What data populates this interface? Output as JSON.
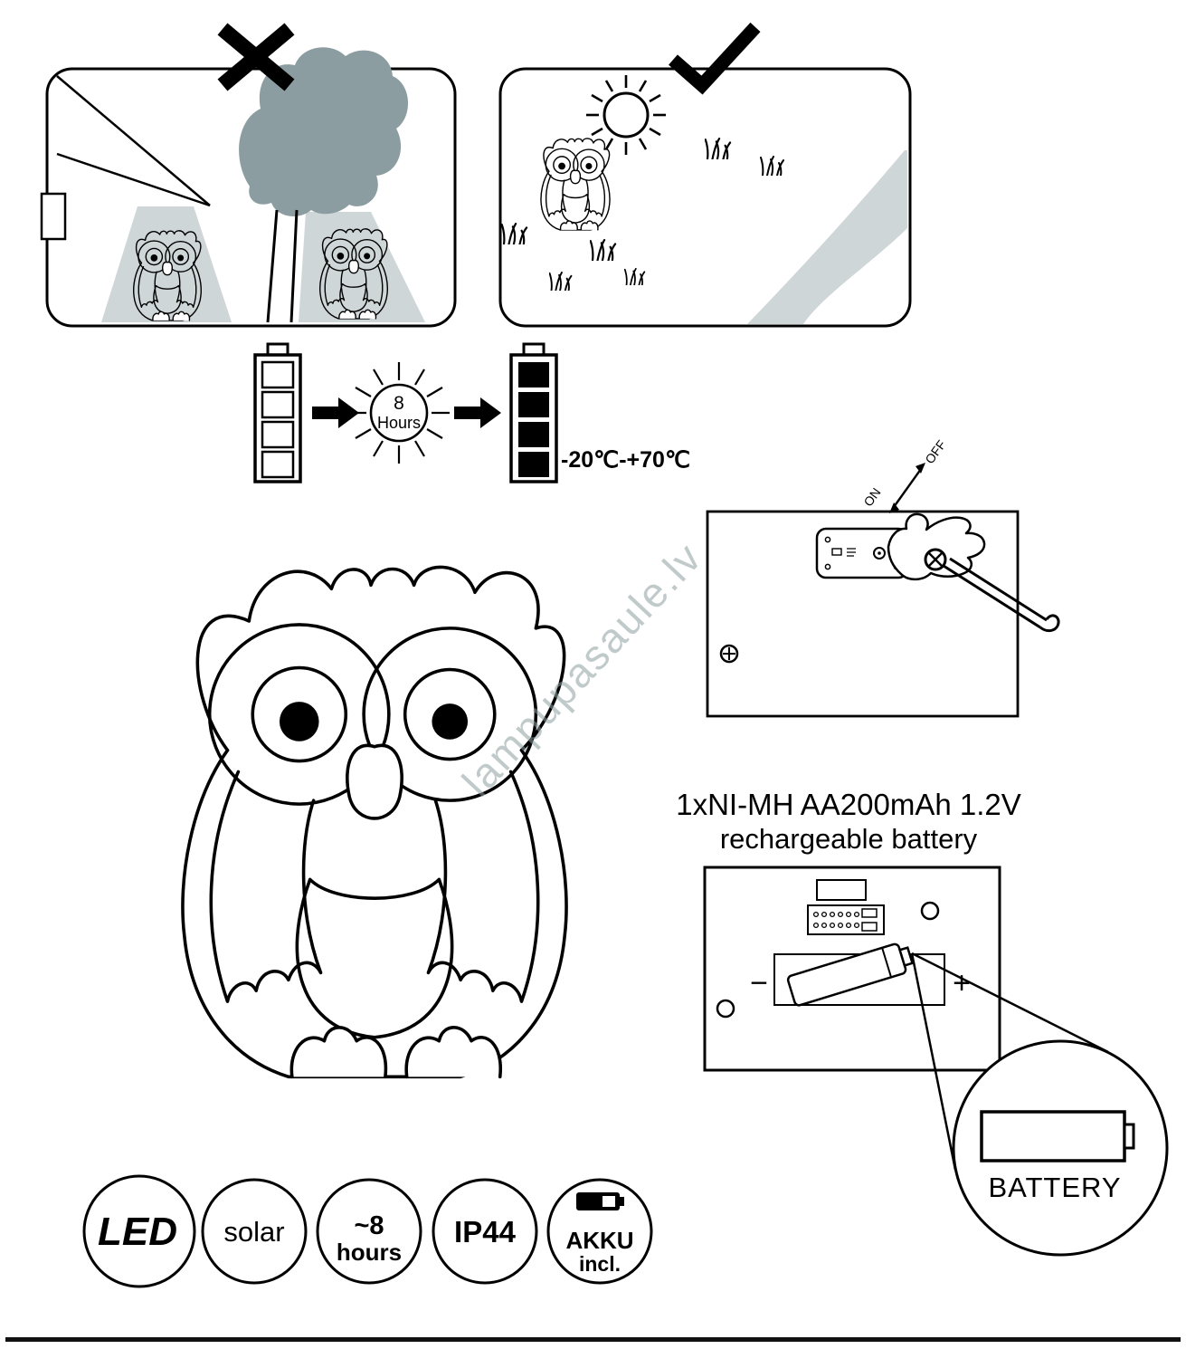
{
  "watermark": "lampupasaule.lv",
  "charging": {
    "sun_hours_top": "8",
    "sun_hours_bottom": "Hours",
    "temperature_range": "-20℃-+70℃"
  },
  "switch": {
    "on_label": "ON",
    "off_label": "OFF"
  },
  "battery": {
    "spec_line1": "1xNI-MH AA200mAh 1.2V",
    "spec_line2": "rechargeable battery",
    "minus_label": "−",
    "plus_label": "+",
    "callout_label": "BATTERY"
  },
  "badges": {
    "led": "LED",
    "solar": "solar",
    "hours_top": "~8",
    "hours_bottom": "hours",
    "ip_rating": "IP44",
    "akku_top": "AKKU",
    "akku_bottom": "incl."
  }
}
